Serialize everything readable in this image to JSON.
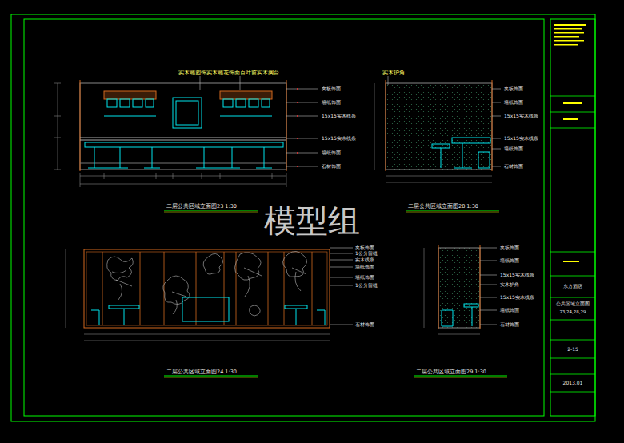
{
  "diagram": {
    "labels": [
      "实木雕塑饰实木雕花饰面百叶窗实木搁台",
      "夹板饰面",
      "墙纸饰面",
      "15x15实木线条",
      "15x15实木线条",
      "墙纸饰面",
      "石材饰面",
      "二层公共区域立面图23  1:30",
      "实木护角",
      "夹板饰面",
      "墙纸饰面",
      "15x15实木线条",
      "15x15实木线条",
      "墙纸饰面",
      "石材饰面",
      "二层公共区域立面图28  1:30",
      "夹板饰面",
      "1公分留缝",
      "实木线条",
      "墙纸饰面",
      "墙纸饰面",
      "1公分留缝",
      "石材饰面",
      "二层公共区域立面图24  1:30",
      "夹板饰面",
      "墙纸饰面",
      "15x15实木线条",
      "实木护角",
      "15x15实木线条",
      "墙纸饰面",
      "石材饰面",
      "二层公共区域立面图29  1:30",
      "模型组",
      "东方酒店",
      "公共区域立面图",
      "23,24,28,29",
      "2-15",
      "2013.01"
    ]
  }
}
